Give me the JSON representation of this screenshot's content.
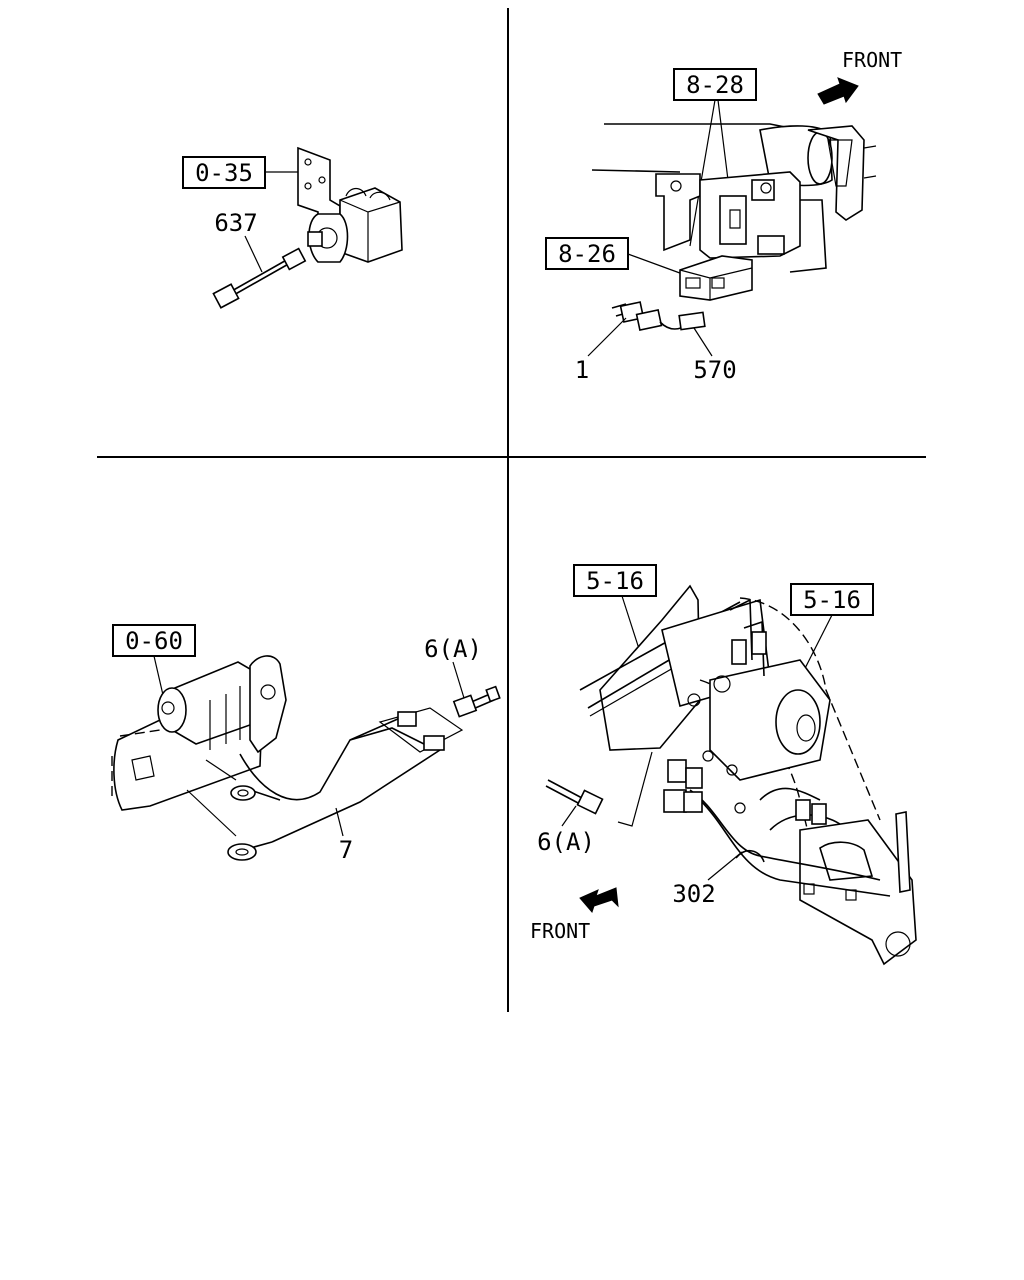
{
  "quadrants": {
    "top_left": {
      "ref_box": "0-35",
      "parts": [
        "637"
      ]
    },
    "top_right": {
      "ref_boxes": [
        "8-28",
        "8-26"
      ],
      "parts": [
        "1",
        "570"
      ],
      "direction": "FRONT"
    },
    "bottom_left": {
      "ref_box": "0-60",
      "parts": [
        "6(A)",
        "7"
      ]
    },
    "bottom_right": {
      "ref_boxes": [
        "5-16",
        "5-16"
      ],
      "parts": [
        "6(A)",
        "302"
      ],
      "direction": "FRONT"
    }
  },
  "icons": [
    "front-arrow-icon"
  ]
}
